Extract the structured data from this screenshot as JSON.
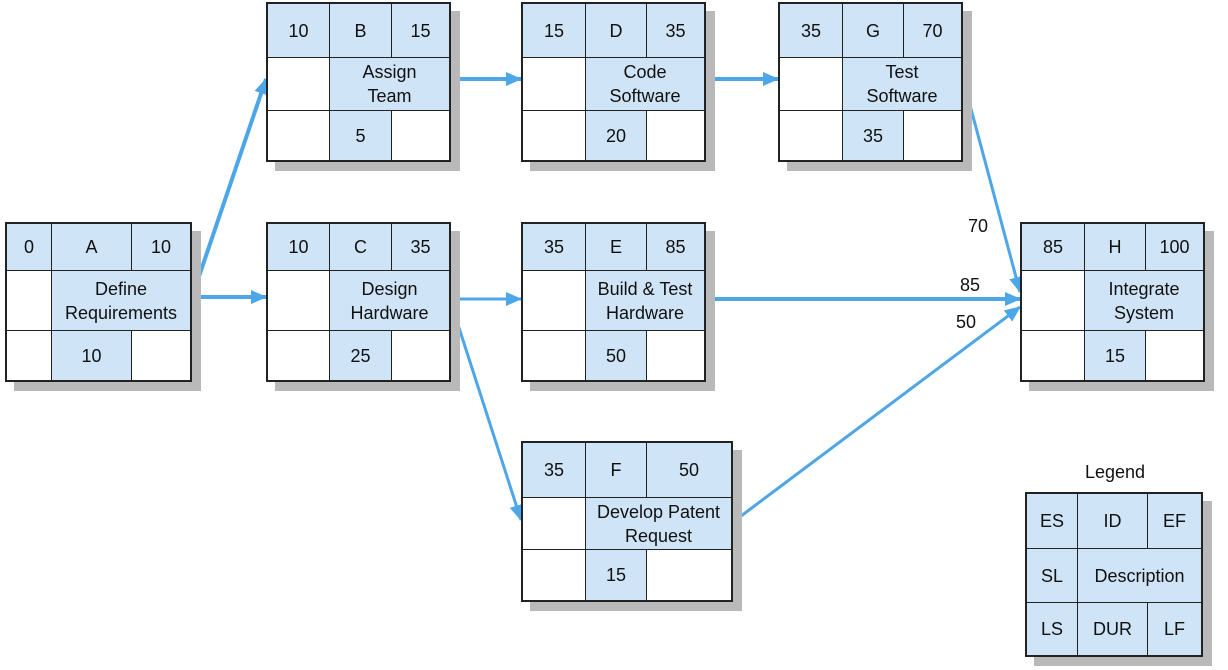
{
  "activities": [
    {
      "key": "A",
      "es": "0",
      "id": "A",
      "ef": "10",
      "sl": "",
      "desc": "Define\nRequirements",
      "ls": "",
      "dur": "10",
      "lf": ""
    },
    {
      "key": "B",
      "es": "10",
      "id": "B",
      "ef": "15",
      "sl": "",
      "desc": "Assign\nTeam",
      "ls": "",
      "dur": "5",
      "lf": ""
    },
    {
      "key": "C",
      "es": "10",
      "id": "C",
      "ef": "35",
      "sl": "",
      "desc": "Design\nHardware",
      "ls": "",
      "dur": "25",
      "lf": ""
    },
    {
      "key": "D",
      "es": "15",
      "id": "D",
      "ef": "35",
      "sl": "",
      "desc": "Code\nSoftware",
      "ls": "",
      "dur": "20",
      "lf": ""
    },
    {
      "key": "E",
      "es": "35",
      "id": "E",
      "ef": "85",
      "sl": "",
      "desc": "Build & Test\nHardware",
      "ls": "",
      "dur": "50",
      "lf": ""
    },
    {
      "key": "F",
      "es": "35",
      "id": "F",
      "ef": "50",
      "sl": "",
      "desc": "Develop Patent\nRequest",
      "ls": "",
      "dur": "15",
      "lf": ""
    },
    {
      "key": "G",
      "es": "35",
      "id": "G",
      "ef": "70",
      "sl": "",
      "desc": "Test\nSoftware",
      "ls": "",
      "dur": "35",
      "lf": ""
    },
    {
      "key": "H",
      "es": "85",
      "id": "H",
      "ef": "100",
      "sl": "",
      "desc": "Integrate\nSystem",
      "ls": "",
      "dur": "15",
      "lf": ""
    }
  ],
  "edges": [
    {
      "from": "A",
      "to": "B"
    },
    {
      "from": "A",
      "to": "C"
    },
    {
      "from": "B",
      "to": "D"
    },
    {
      "from": "D",
      "to": "G"
    },
    {
      "from": "C",
      "to": "E"
    },
    {
      "from": "C",
      "to": "F"
    },
    {
      "from": "G",
      "to": "H",
      "label": "70"
    },
    {
      "from": "E",
      "to": "H",
      "label": "85"
    },
    {
      "from": "F",
      "to": "H",
      "label": "50"
    }
  ],
  "legend": {
    "title": "Legend",
    "es": "ES",
    "id": "ID",
    "ef": "EF",
    "sl": "SL",
    "desc": "Description",
    "ls": "LS",
    "dur": "DUR",
    "lf": "LF"
  },
  "colors": {
    "arrow": "#4da6e8",
    "cell_fill": "#cfe4f6",
    "shadow": "#b9b9b9"
  }
}
